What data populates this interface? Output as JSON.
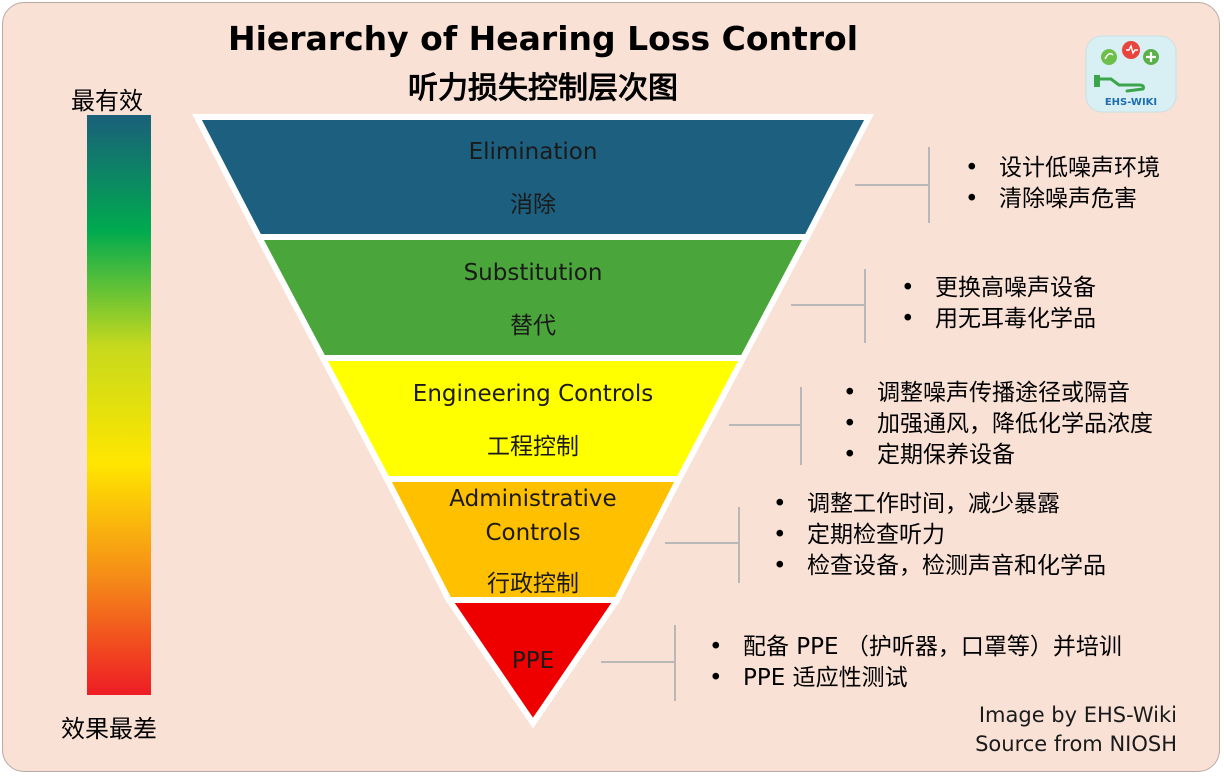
{
  "title_en": "Hierarchy of Hearing Loss Control",
  "title_cn": "听力损失控制层次图",
  "scale": {
    "top_label": "最有效",
    "bottom_label": "效果最差",
    "gradient_colors": [
      "#1a5f7a",
      "#00aa4f",
      "#c7d91d",
      "#ffe600",
      "#f58a18",
      "#ee1c25"
    ]
  },
  "levels": [
    {
      "en": "Elimination",
      "cn": "消除",
      "color": "#1d5f7f",
      "bullets": [
        "设计低噪声环境",
        "清除噪声危害"
      ]
    },
    {
      "en": "Substitution",
      "cn": "替代",
      "color": "#4aa53a",
      "bullets": [
        "更换高噪声设备",
        "用无耳毒化学品"
      ]
    },
    {
      "en": "Engineering Controls",
      "cn": "工程控制",
      "color": "#ffff00",
      "bullets": [
        "调整噪声传播途径或隔音",
        "加强通风，降低化学品浓度",
        "定期保养设备"
      ]
    },
    {
      "en_line1": "Administrative",
      "en_line2": "Controls",
      "cn": "行政控制",
      "color": "#ffc000",
      "bullets": [
        "调整工作时间，减少暴露",
        "定期检查听力",
        "检查设备，检测声音和化学品"
      ]
    },
    {
      "en": "PPE",
      "color": "#ee0000",
      "bullets": [
        "配备 PPE （护听器，口罩等）并培训",
        "PPE 适应性测试"
      ]
    }
  ],
  "credit_line1": "Image by EHS-Wiki",
  "credit_line2": "Source from NIOSH",
  "logo_text": "EHS-WIKI"
}
